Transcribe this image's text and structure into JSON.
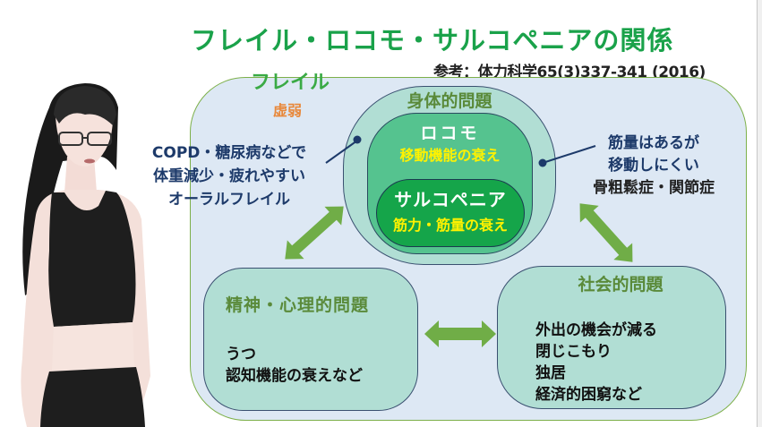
{
  "title": "フレイル・ロコモ・サルコペニアの関係",
  "reference": "参考：体力科学65(3)337-341 (2016)",
  "frailty": {
    "label": "フレイル",
    "sublabel": "虚弱",
    "note_lines": [
      "COPD・糖尿病などで",
      "体重減少・疲れやすい",
      "オーラルフレイル"
    ]
  },
  "physical_problems": {
    "label": "身体的問題",
    "locomo": {
      "name": "ロコモ",
      "description": "移動機能の衰え",
      "note_lines": [
        "筋量はあるが",
        "移動しにくい"
      ],
      "examples": "骨粗鬆症・関節症"
    },
    "sarcopenia": {
      "name": "サルコペニア",
      "description": "筋力・筋量の衰え"
    }
  },
  "mental_problems": {
    "label": "精神・心理的問題",
    "items": [
      "うつ",
      "認知機能の衰えなど"
    ]
  },
  "social_problems": {
    "label": "社会的問題",
    "items": [
      "外出の機会が減る",
      "閉じこもり",
      "独居",
      "経済的困窮など"
    ]
  },
  "colors": {
    "title": "#1aa24a",
    "frail_box": "#dde8f4",
    "physical_box": "#b1ded4",
    "locomo_box": "#55c38f",
    "sarcopenia_box": "#15a54a",
    "arrow": "#70ad47",
    "highlight_text": "#fff200",
    "note_text": "#1d3a6a",
    "sublabel": "#e8883a"
  }
}
